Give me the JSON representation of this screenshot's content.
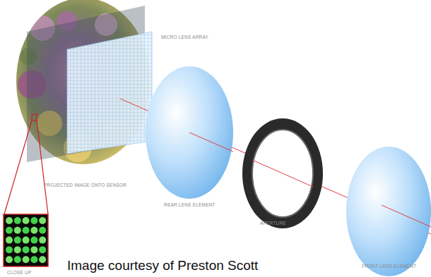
{
  "diagram": {
    "caption": "Image courtesy of Preston Scott",
    "labels": [
      "MICRO LENS ARRAY",
      "PROJECTED IMAGE ONTO SENSOR",
      "REAR LENS ELEMENT",
      "APERTURE",
      "FRONT LENS ELEMENT",
      "CLOSE UP"
    ]
  }
}
